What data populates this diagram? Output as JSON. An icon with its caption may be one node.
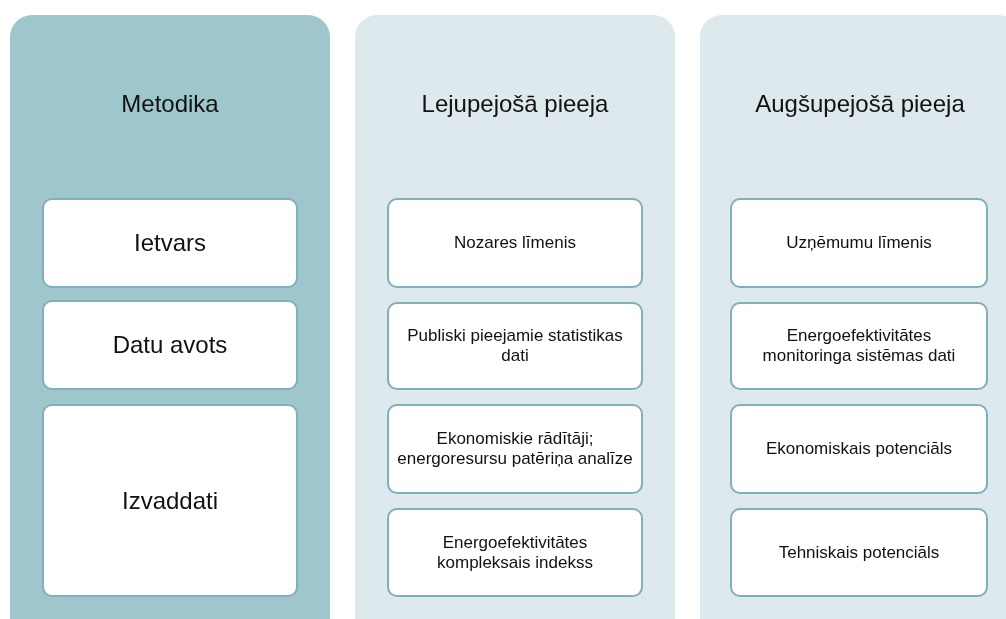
{
  "diagram": {
    "nodes": [
      {
        "text": [
          "Metodika"
        ]
      },
      {
        "text": [
          "Ietvars"
        ],
        "in": 0
      },
      {
        "text": [
          "Datu avots"
        ],
        "in": 0
      },
      {
        "text": [
          "Izvaddati"
        ],
        "in": 0
      },
      {
        "text": [
          "Lejupejošā pieeja"
        ]
      },
      {
        "text": [
          "Nozares līmenis"
        ],
        "in": 4
      },
      {
        "text": [
          "Publiski pieejamie statistikas dati"
        ],
        "in": 4
      },
      {
        "text": [
          "Ekonomiskie rādītāji; energoresursu patēriņa analīze"
        ],
        "in": 4
      },
      {
        "text": [
          "Energoefektivitātes kompleksais indekss"
        ],
        "in": 4
      },
      {
        "text": [
          "Augšupejošā pieeja"
        ]
      },
      {
        "text": [
          "Uzņēmumu līmenis"
        ],
        "in": 9
      },
      {
        "text": [
          "Energoefektivitātes monitoringa sistēmas dati"
        ],
        "in": 9
      },
      {
        "text": [
          "Ekonomiskais potenciāls"
        ],
        "in": 9
      },
      {
        "text": [
          "Tehniskais potenciāls"
        ],
        "in": 9
      }
    ]
  }
}
